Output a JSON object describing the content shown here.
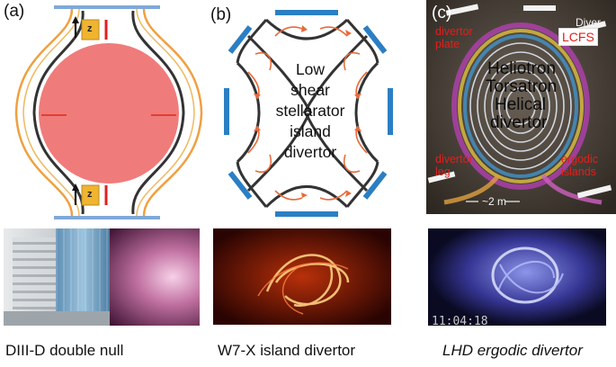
{
  "panel_a": {
    "letter": "(a)",
    "z_label": "z",
    "caption": "DIII-D double null"
  },
  "panel_b": {
    "letter": "(b)",
    "center_text": [
      "Low",
      "shear",
      "stellarator",
      "island",
      "divertor"
    ],
    "caption": "W7-X island divertor"
  },
  "panel_c": {
    "letter": "(c)",
    "labels": {
      "divertor_plate": [
        "divertor",
        "plate"
      ],
      "lcfs": "LCFS",
      "divertor_leg": [
        "divertor",
        "leg"
      ],
      "ergodic_islands": [
        "ergodic",
        "islands"
      ],
      "divertor_top": "Diver",
      "heliotron": "Heliotron",
      "torsatron": "Torsatron",
      "helical": "Helical",
      "divertor_inside": "divertor",
      "scale": "~2 m"
    },
    "timestamp": "11:04:18",
    "caption": "LHD ergodic divertor"
  },
  "colors": {
    "plasma": "#f07b7b",
    "field_lines": "#f0a040",
    "divertor_plates": "#2a7fc4",
    "label_red": "#e0201c"
  }
}
